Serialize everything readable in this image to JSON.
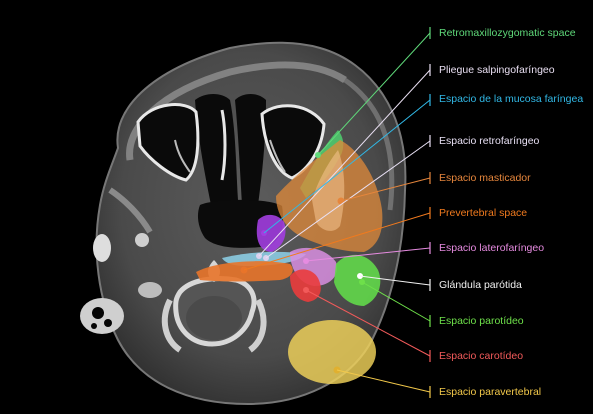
{
  "labels": [
    {
      "id": "retromaxillozygomatic",
      "text": "Retromaxillozygomatic space",
      "color": "#5fd97a"
    },
    {
      "id": "pliegue",
      "text": "Pliegue salpingofaríngeo",
      "color": "#e9dff2"
    },
    {
      "id": "mucosa",
      "text": "Espacio de la mucosa faríngea",
      "color": "#31b8e6"
    },
    {
      "id": "retrofaringeo",
      "text": "Espacio retrofaríngeo",
      "color": "#e8e0f4"
    },
    {
      "id": "masticador",
      "text": "Espacio masticador",
      "color": "#e6863c"
    },
    {
      "id": "prevertebral",
      "text": "Prevertebral space",
      "color": "#f07a1e"
    },
    {
      "id": "laterofaringeo",
      "text": "Espacio laterofaríngeo",
      "color": "#e68be0"
    },
    {
      "id": "parotida",
      "text": "Glándula parótida",
      "color": "#f2f2f2"
    },
    {
      "id": "parotideo",
      "text": "Espacio parotídeo",
      "color": "#6ee04a"
    },
    {
      "id": "carotideo",
      "text": "Espacio carotídeo",
      "color": "#f25a5a"
    },
    {
      "id": "paravertebral",
      "text": "Espacio paravertebral",
      "color": "#f2c84a"
    }
  ]
}
